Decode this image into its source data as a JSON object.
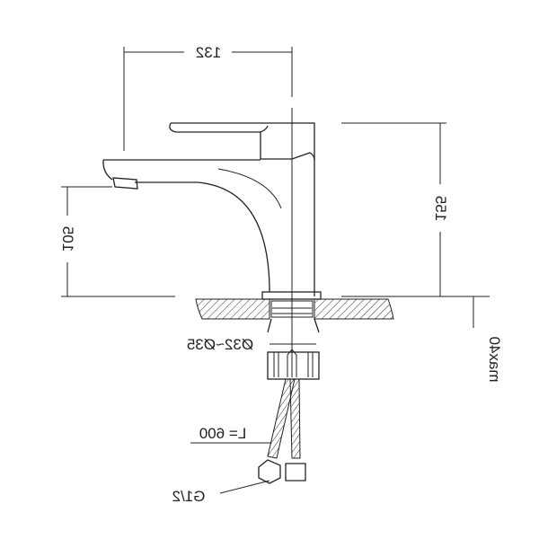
{
  "title": "Basin faucet dimension drawing",
  "dimensions": {
    "spout_reach": "132",
    "spout_height": "105",
    "total_height": "155",
    "hole_diameter": "Ø32~Ø35",
    "max_counter_thickness": "max40",
    "hose_length": "L= 600",
    "connection_thread": "G1/2"
  },
  "colors": {
    "line": "#222222",
    "background": "#ffffff"
  }
}
